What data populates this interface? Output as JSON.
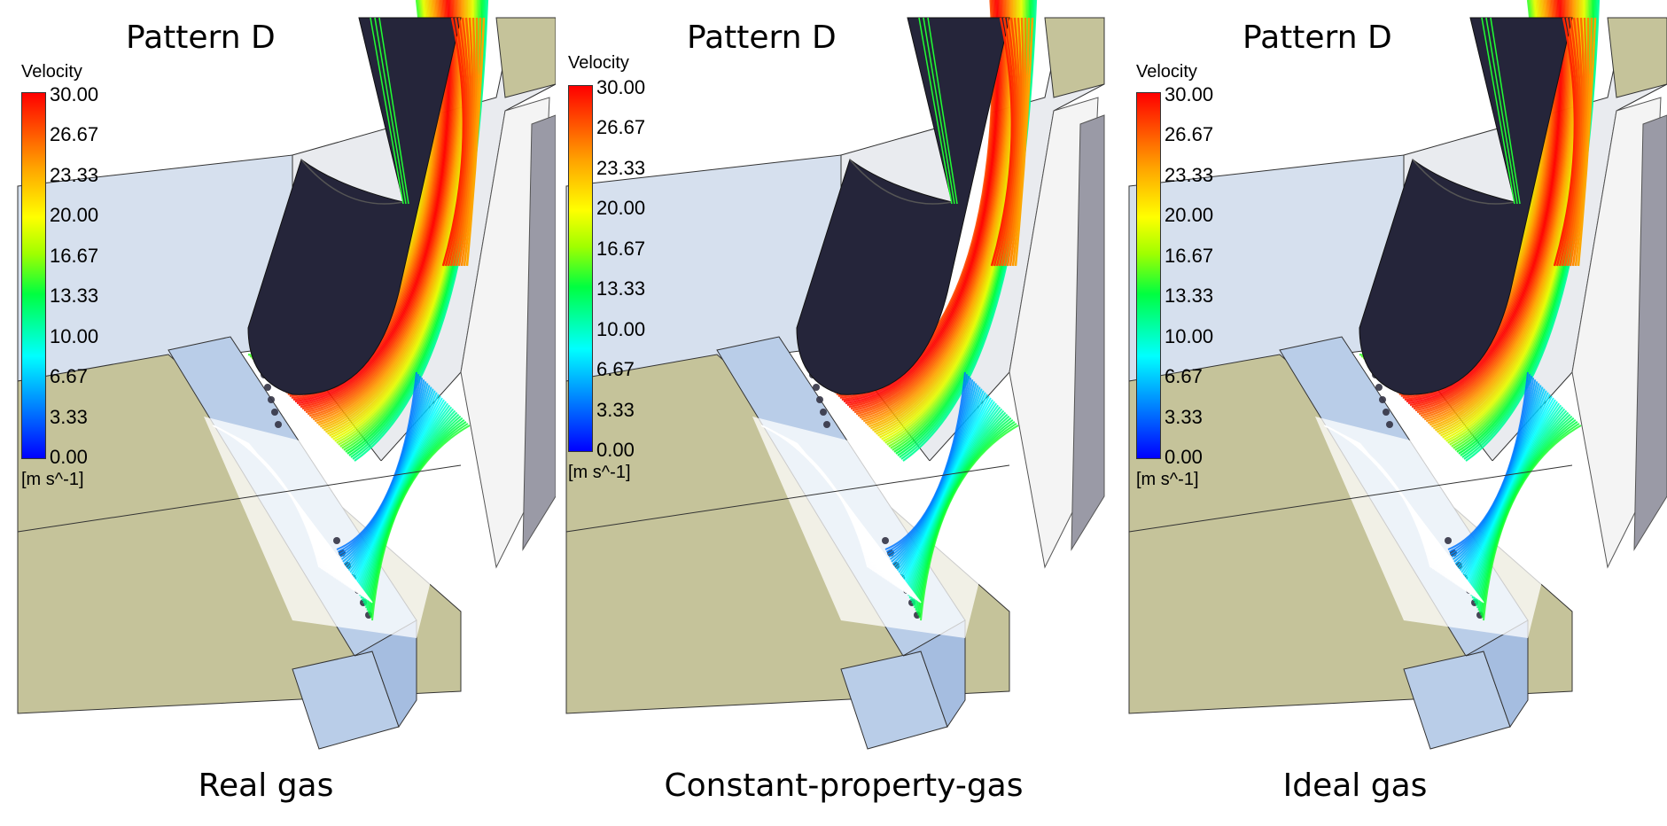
{
  "figure": {
    "panels": [
      {
        "title": "Pattern D",
        "caption": "Real gas",
        "legend": "Velocity",
        "units": "[m s^-1]"
      },
      {
        "title": "Pattern D",
        "caption": "Constant-property-gas",
        "legend": "Velocity",
        "units": "[m s^-1]"
      },
      {
        "title": "Pattern D",
        "caption": "Ideal gas",
        "legend": "Velocity",
        "units": "[m s^-1]"
      }
    ],
    "colorbar_ticks": [
      "30.00",
      "26.67",
      "23.33",
      "20.00",
      "16.67",
      "13.33",
      "10.00",
      "6.67",
      "3.33",
      "0.00"
    ],
    "colors": {
      "floor": "#c5c39a",
      "wall": "#d6e0ee",
      "burner": "#25253a",
      "box": "#b9cde8",
      "low": "#0000ff",
      "high": "#ff0000"
    }
  }
}
